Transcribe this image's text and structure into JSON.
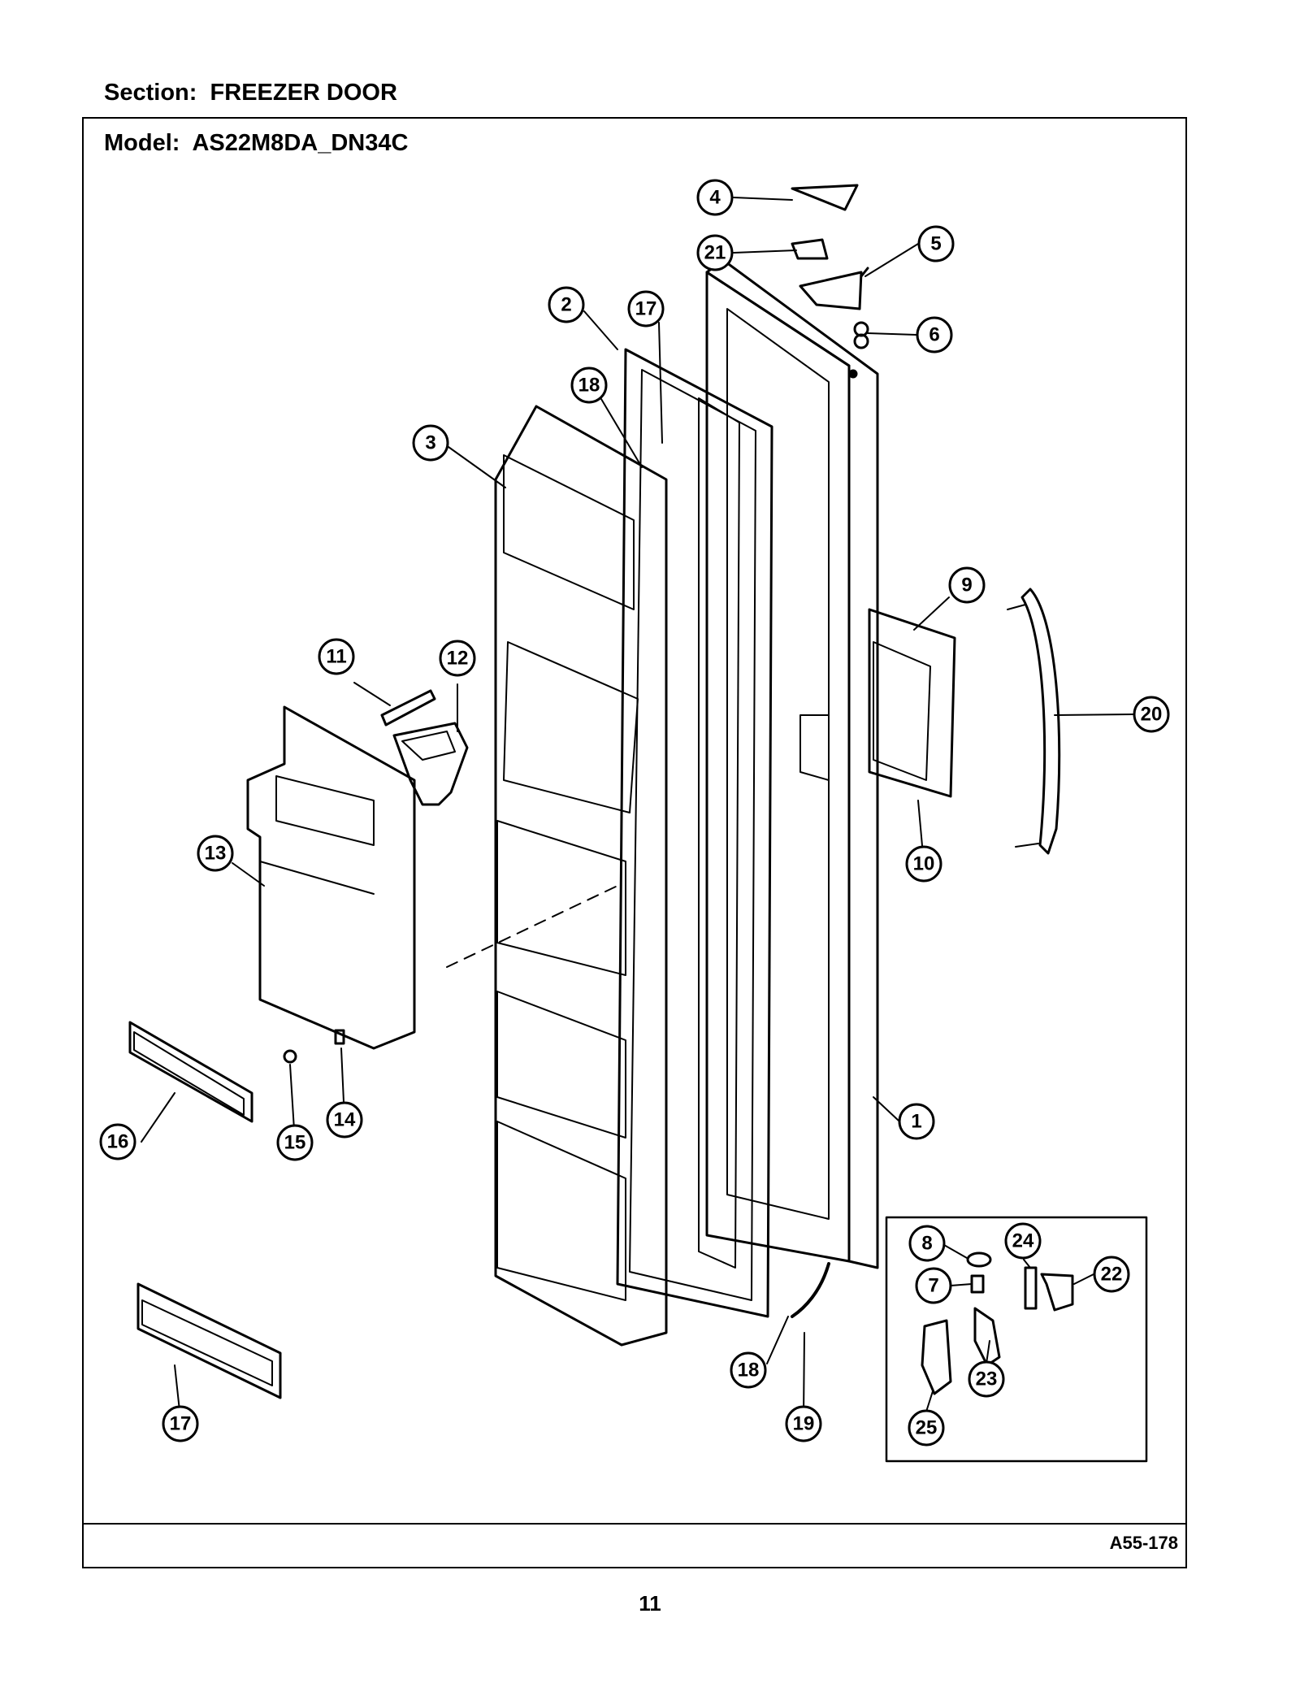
{
  "header": {
    "section_label": "Section:",
    "section_value": "FREEZER DOOR",
    "model_label": "Model:",
    "model_value": "AS22M8DA_DN34C"
  },
  "footer": {
    "drawing_code": "A55-178",
    "page_number": "11"
  },
  "callouts": {
    "c1": "1",
    "c2": "2",
    "c3": "3",
    "c4": "4",
    "c5": "5",
    "c6": "6",
    "c7": "7",
    "c8": "8",
    "c9": "9",
    "c10": "10",
    "c11": "11",
    "c12": "12",
    "c13": "13",
    "c14": "14",
    "c15": "15",
    "c16": "16",
    "c17a": "17",
    "c17b": "17",
    "c18a": "18",
    "c18b": "18",
    "c19": "19",
    "c20": "20",
    "c21": "21",
    "c22": "22",
    "c23": "23",
    "c24": "24",
    "c25": "25"
  }
}
